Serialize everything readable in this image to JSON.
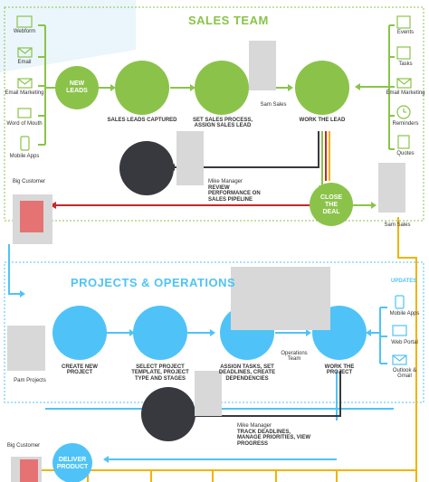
{
  "sales": {
    "title": "SALES TEAM",
    "lead_sources": [
      "Webform",
      "Email",
      "Email Marketing",
      "Word of Mouth",
      "Mobile Apps"
    ],
    "new_leads": "NEW LEADS",
    "steps": [
      "SALES LEADS CAPTURED",
      "SET SALES PROCESS, ASSIGN SALES LEAD",
      "WORK THE LEAD"
    ],
    "sam_sales": "Sam Sales",
    "tools": [
      "Events",
      "Tasks",
      "Email Marketing",
      "Reminders",
      "Quotes"
    ],
    "manager_name": "Mike Manager",
    "manager_task": "REVIEW PERFORMANCE ON SALES PIPELINE",
    "close_deal": "CLOSE THE DEAL",
    "big_customer": "Big Customer",
    "sam_sales_2": "Sam Sales"
  },
  "projects": {
    "title": "PROJECTS & OPERATIONS",
    "steps": [
      "CREATE NEW PROJECT",
      "SELECT PROJECT TEMPLATE, PROJECT TYPE AND STAGES",
      "ASSIGN TASKS, SET DEADLINES, CREATE DEPENDENCIES",
      "WORK THE PROJECT"
    ],
    "operations_team": "Operations Team",
    "pam": "Pam Projects",
    "updates": "UPDATES",
    "channels": [
      "Mobile Apps",
      "Web Portal",
      "Outlook & Gmail"
    ],
    "manager_name": "Mike Manager",
    "manager_task": "TRACK DEADLINES, MANAGE PRIORITIES, VIEW PROGRESS",
    "big_customer": "Big Customer",
    "deliver": "DELIVER PRODUCT"
  },
  "colors": {
    "green": "#8bc34a",
    "blue": "#4fc3f7",
    "dark": "#37393f",
    "red": "#c62828",
    "orange": "#f0b400"
  }
}
